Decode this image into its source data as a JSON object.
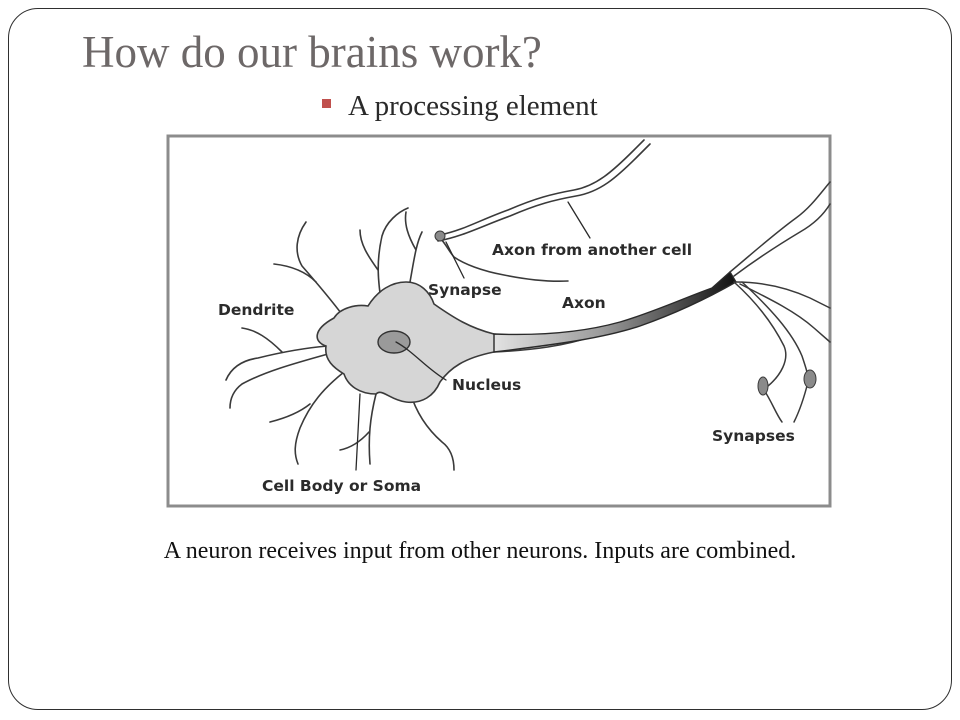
{
  "slide": {
    "title": "How do our brains work?",
    "bullet": "A processing element",
    "caption": "A neuron receives input from other neurons.  Inputs are combined.",
    "accent_color": "#c0504d",
    "title_color": "#6d6868"
  },
  "diagram": {
    "labels": {
      "axon_from_another_cell": "Axon from another cell",
      "synapse": "Synapse",
      "axon": "Axon",
      "dendrite": "Dendrite",
      "nucleus": "Nucleus",
      "synapses": "Synapses",
      "cell_body": "Cell Body or Soma"
    }
  }
}
